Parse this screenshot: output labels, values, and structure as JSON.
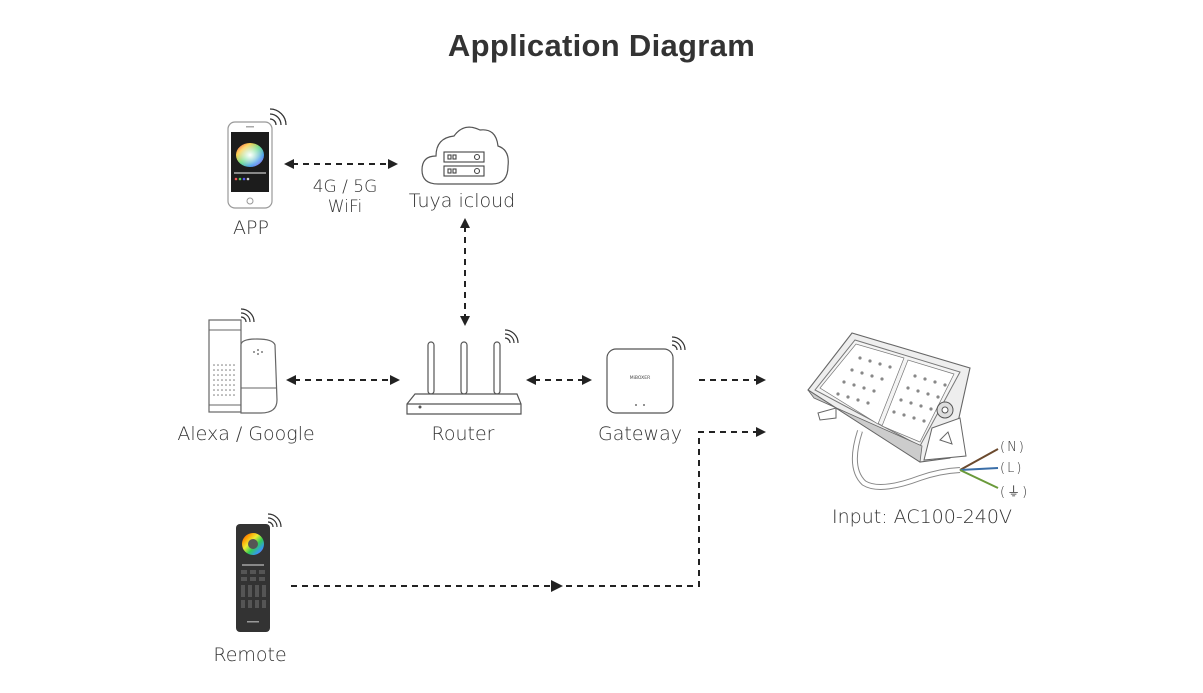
{
  "title": "Application Diagram",
  "nodes": {
    "app": {
      "label": "APP"
    },
    "cloud": {
      "label": "Tuya icloud"
    },
    "alexa": {
      "label": "Alexa / Google"
    },
    "router": {
      "label": "Router"
    },
    "gateway": {
      "label": "Gateway",
      "brand": "MiBOXER"
    },
    "remote": {
      "label": "Remote"
    },
    "light": {
      "label": "Input: AC100-240V"
    }
  },
  "connection_labels": {
    "app_cloud_line1": "4G / 5G",
    "app_cloud_line2": "WiFi"
  },
  "wires": [
    {
      "label": "(N)",
      "color": "#6b4a2e"
    },
    {
      "label": "(L)",
      "color": "#3a6ea8"
    },
    {
      "label": "(⏚)",
      "color": "#6a9a3a"
    }
  ]
}
